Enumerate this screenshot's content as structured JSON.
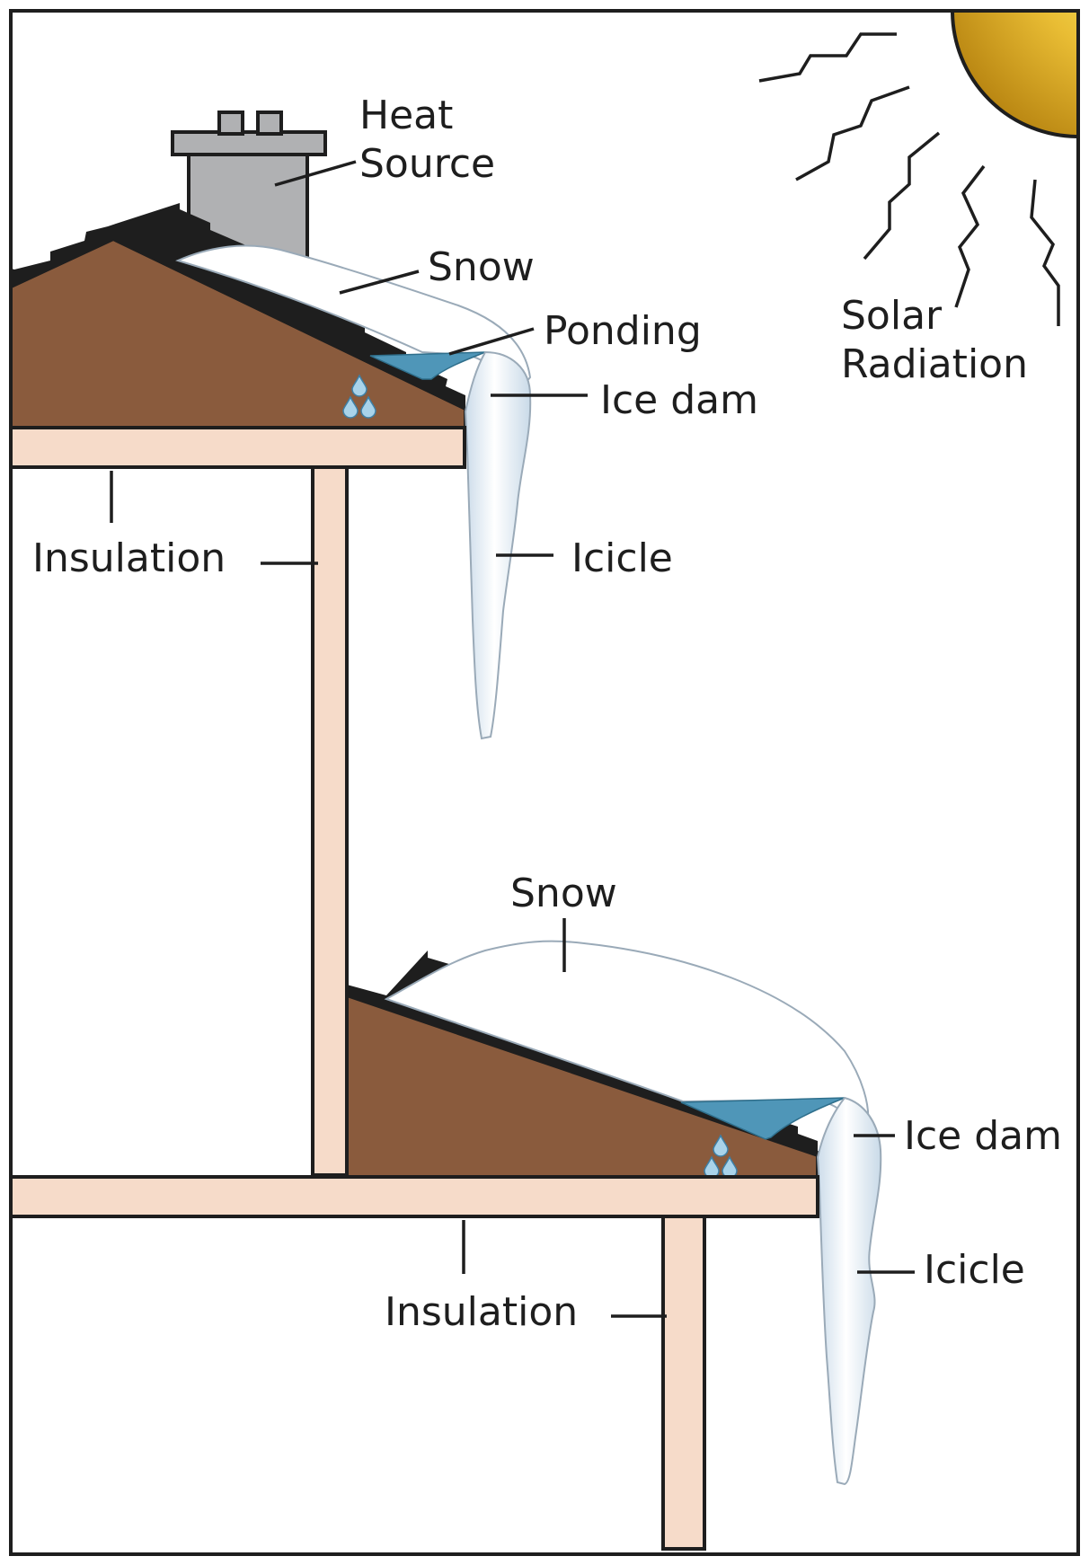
{
  "labels": {
    "heat_source_line1": "Heat",
    "heat_source_line2": "Source",
    "snow_upper": "Snow",
    "ponding": "Ponding",
    "ice_dam_upper": "Ice dam",
    "icicle_upper": "Icicle",
    "insulation_upper": "Insulation",
    "solar_line1": "Solar",
    "solar_line2": "Radiation",
    "snow_lower": "Snow",
    "ice_dam_lower": "Ice dam",
    "icicle_lower": "Icicle",
    "insulation_lower": "Insulation"
  },
  "colors": {
    "roof": "#8a5b3d",
    "board": "#f6dbc9",
    "chimney": "#b0b1b3",
    "snow": "#ffffff",
    "snow_shade": "#c6d8e6",
    "water": "#4f96b8",
    "sun": "#e5b52c",
    "outline": "#1e1e1e"
  },
  "icons": [
    "chimney",
    "sun-icon",
    "water-drops",
    "icicle"
  ]
}
